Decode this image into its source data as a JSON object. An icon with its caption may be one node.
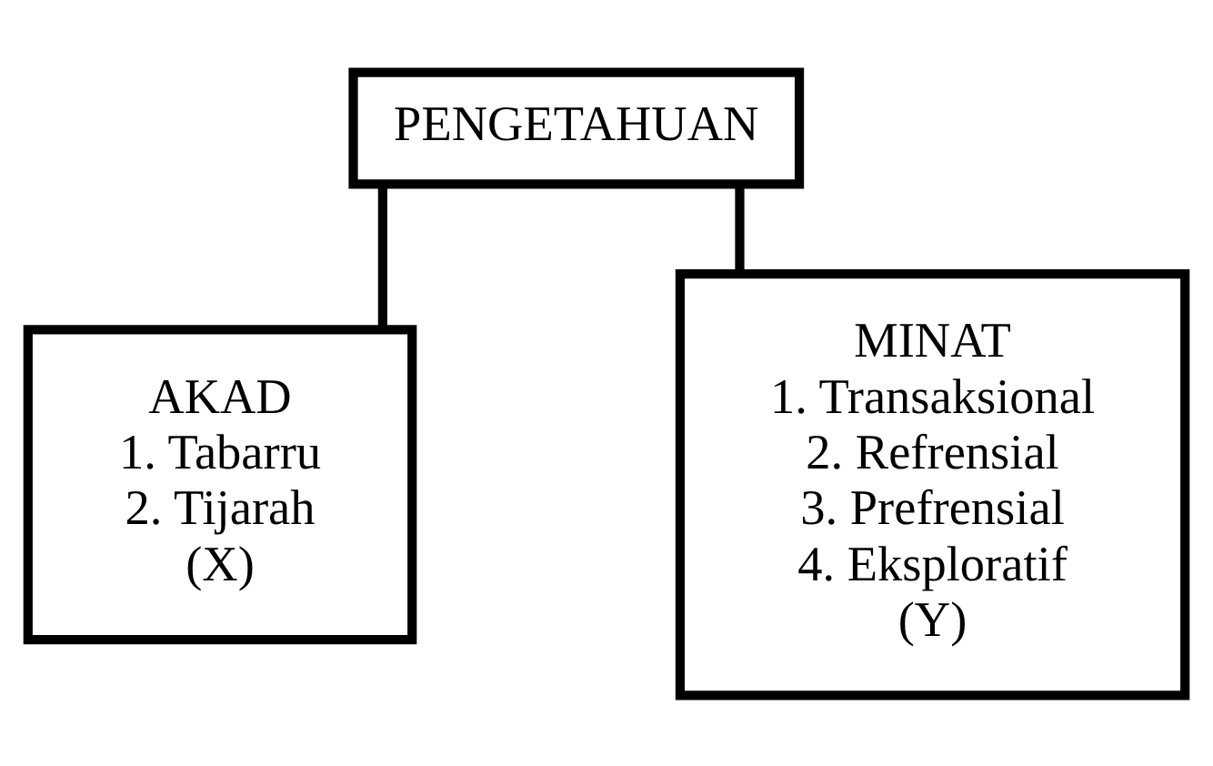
{
  "diagram": {
    "nodes": [
      {
        "text": [
          "PENGETAHUAN"
        ]
      },
      {
        "text": [
          "AKAD",
          "1. Tabarru",
          "2. Tijarah",
          "(X)"
        ]
      },
      {
        "text": [
          "MINAT",
          "1. Transaksional",
          "2. Refrensial",
          "3. Prefrensial",
          "4. Eksploratif",
          "(Y)"
        ]
      }
    ],
    "edges": [
      {
        "from": 0,
        "to": 1,
        "arrow": "none"
      },
      {
        "from": 0,
        "to": 2,
        "arrow": "none"
      }
    ]
  }
}
